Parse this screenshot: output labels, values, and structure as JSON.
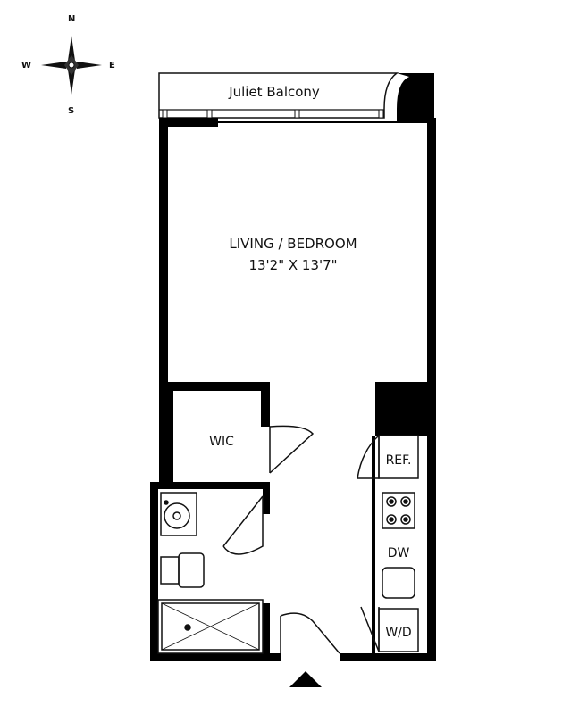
{
  "compass": {
    "north": "N",
    "south": "S",
    "east": "E",
    "west": "W"
  },
  "rooms": {
    "balcony": "Juliet Balcony",
    "living_name": "LIVING / BEDROOM",
    "living_dims": "13'2\" X 13'7\"",
    "closet": "WIC"
  },
  "appliances": {
    "fridge": "REF.",
    "dishwasher": "DW",
    "washer_dryer": "W/D"
  },
  "colors": {
    "wall": "#000000",
    "line": "#111111",
    "background": "#ffffff"
  }
}
